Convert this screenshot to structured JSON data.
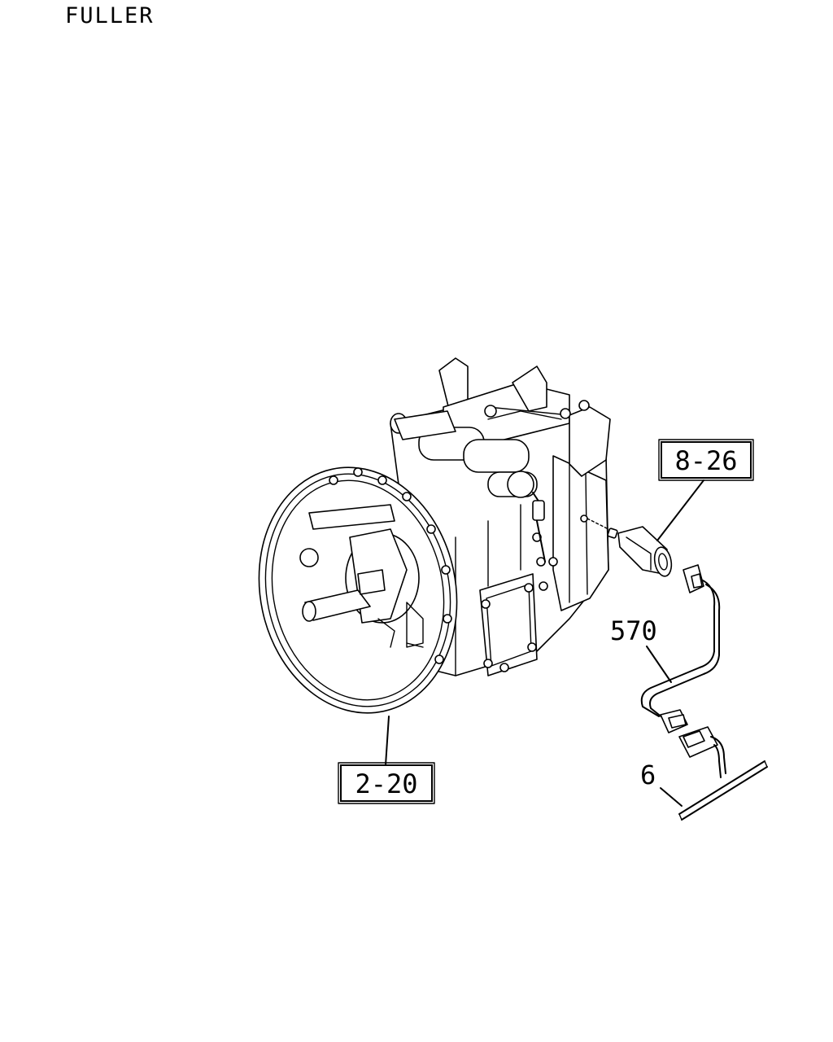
{
  "header": {
    "title": "FULLER"
  },
  "callouts": {
    "flywheel_ref": "2-20",
    "switch_ref": "8-26",
    "harness_ref": "570",
    "main_harness_ref": "6"
  }
}
